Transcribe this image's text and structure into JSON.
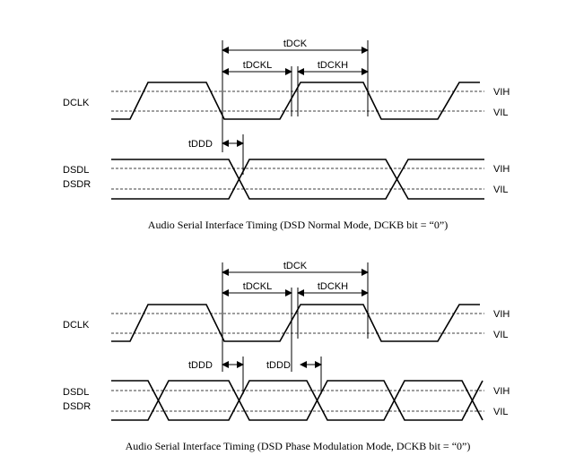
{
  "normal": {
    "tdck": "tDCK",
    "tdckl": "tDCKL",
    "tdckh": "tDCKH",
    "tddd": "tDDD",
    "dclk": "DCLK",
    "dsdl": "DSDL",
    "dsdr": "DSDR",
    "vih_clk": "VIH",
    "vil_clk": "VIL",
    "vih_data": "VIH",
    "vil_data": "VIL",
    "caption": "Audio Serial Interface Timing (DSD Normal Mode, DCKB bit = “0”)"
  },
  "phase": {
    "tdck": "tDCK",
    "tdckl": "tDCKL",
    "tdckh": "tDCKH",
    "tddd_1": "tDDD",
    "tddd_2": "tDDD",
    "dclk": "DCLK",
    "dsdl": "DSDL",
    "dsdr": "DSDR",
    "vih_clk": "VIH",
    "vil_clk": "VIL",
    "vih_data": "VIH",
    "vil_data": "VIL",
    "caption": "Audio Serial Interface Timing (DSD Phase Modulation Mode, DCKB bit = “0”)"
  }
}
